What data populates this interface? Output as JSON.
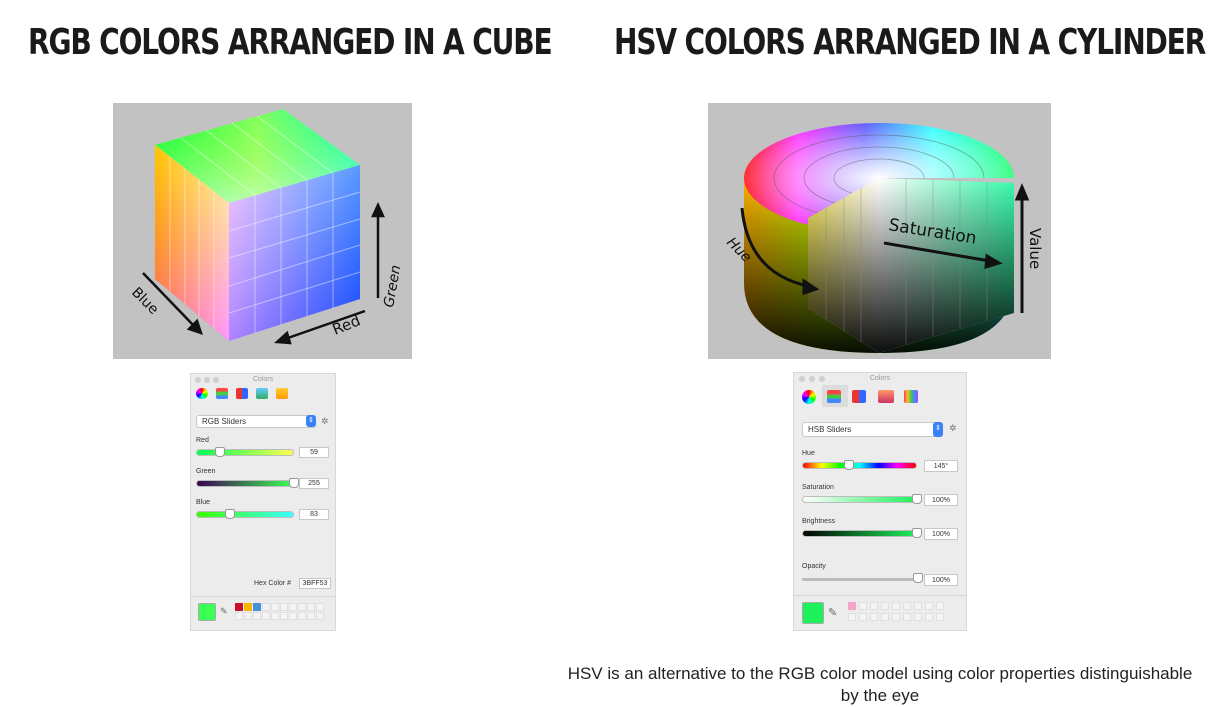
{
  "headings": {
    "rgb_title": "RGB COLORS ARRANGED IN A CUBE",
    "hsv_title": "HSV COLORS ARRANGED IN A CYLINDER"
  },
  "rgb_figure": {
    "axis_blue": "Blue",
    "axis_red": "Red",
    "axis_green": "Green"
  },
  "hsv_figure": {
    "axis_hue": "Hue",
    "axis_saturation": "Saturation",
    "axis_value": "Value"
  },
  "rgb_panel": {
    "window_title": "Colors",
    "mode": "RGB Sliders",
    "sliders": [
      {
        "label": "Red",
        "value": "59",
        "fraction": 0.23
      },
      {
        "label": "Green",
        "value": "255",
        "fraction": 1.0
      },
      {
        "label": "Blue",
        "value": "83",
        "fraction": 0.33
      }
    ],
    "hex_label": "Hex Color #",
    "hex_value": "3BFF53",
    "current_color": "#3bff53"
  },
  "hsb_panel": {
    "window_title": "Colors",
    "mode": "HSB Sliders",
    "sliders": [
      {
        "label": "Hue",
        "value": "145°",
        "fraction": 0.4
      },
      {
        "label": "Saturation",
        "value": "100%",
        "fraction": 1.0
      },
      {
        "label": "Brightness",
        "value": "100%",
        "fraction": 1.0
      },
      {
        "label": "Opacity",
        "value": "100%",
        "fraction": 1.0
      }
    ],
    "current_color": "#1ef05a"
  },
  "caption": "HSV is an alternative to the RGB color model using color properties distinguishable by the eye"
}
